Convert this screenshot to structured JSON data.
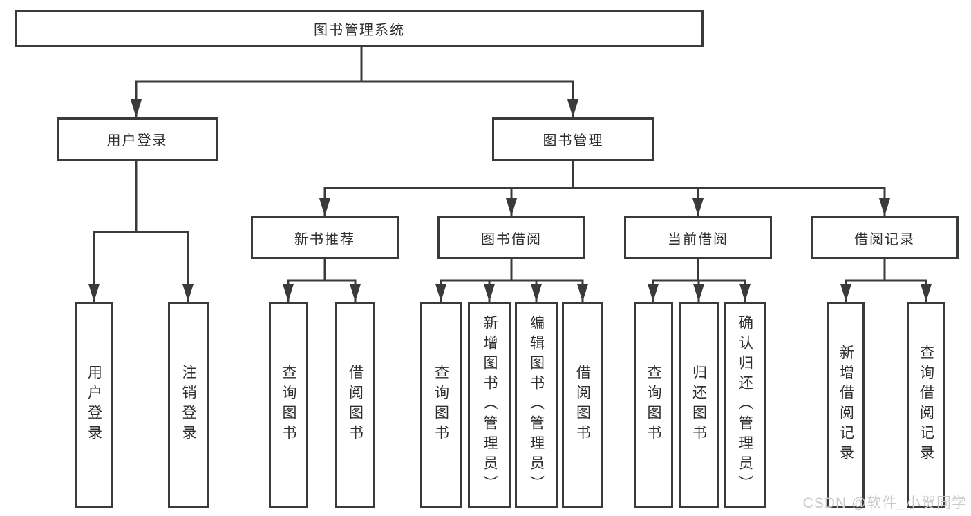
{
  "nodes": {
    "root": {
      "label": "图书管理系统"
    },
    "user_login": {
      "label": "用户登录"
    },
    "book_mgmt": {
      "label": "图书管理"
    },
    "new_book_rec": {
      "label": "新书推荐"
    },
    "book_borrow": {
      "label": "图书借阅"
    },
    "current_borrow": {
      "label": "当前借阅"
    },
    "borrow_records": {
      "label": "借阅记录"
    },
    "leaf_user_login": {
      "label": "用户登录"
    },
    "leaf_logout": {
      "label": "注销登录"
    },
    "leaf_rec_query": {
      "label": "查询图书"
    },
    "leaf_rec_borrow": {
      "label": "借阅图书"
    },
    "leaf_bw_query": {
      "label": "查询图书"
    },
    "leaf_bw_add": {
      "label": "新增图书（管理员）"
    },
    "leaf_bw_edit": {
      "label": "编辑图书（管理员）"
    },
    "leaf_bw_borrow": {
      "label": "借阅图书"
    },
    "leaf_cur_query": {
      "label": "查询图书"
    },
    "leaf_cur_return": {
      "label": "归还图书"
    },
    "leaf_cur_confirm": {
      "label": "确认归还（管理员）"
    },
    "leaf_rc_add": {
      "label": "新增借阅记录"
    },
    "leaf_rc_query": {
      "label": "查询借阅记录"
    }
  },
  "structure": {
    "root": "图书管理系统",
    "children": [
      {
        "label": "用户登录",
        "children": [
          "用户登录",
          "注销登录"
        ]
      },
      {
        "label": "图书管理",
        "children": [
          {
            "label": "新书推荐",
            "children": [
              "查询图书",
              "借阅图书"
            ]
          },
          {
            "label": "图书借阅",
            "children": [
              "查询图书",
              "新增图书（管理员）",
              "编辑图书（管理员）",
              "借阅图书"
            ]
          },
          {
            "label": "当前借阅",
            "children": [
              "查询图书",
              "归还图书",
              "确认归还（管理员）"
            ]
          },
          {
            "label": "借阅记录",
            "children": [
              "新增借阅记录",
              "查询借阅记录"
            ]
          }
        ]
      }
    ]
  },
  "watermark": {
    "text": "CSDN @软件_小贺同学"
  },
  "colors": {
    "line": "#3a3a3a",
    "text": "#2e2e2e",
    "background": "#ffffff",
    "watermark": "#c9c9c9"
  }
}
